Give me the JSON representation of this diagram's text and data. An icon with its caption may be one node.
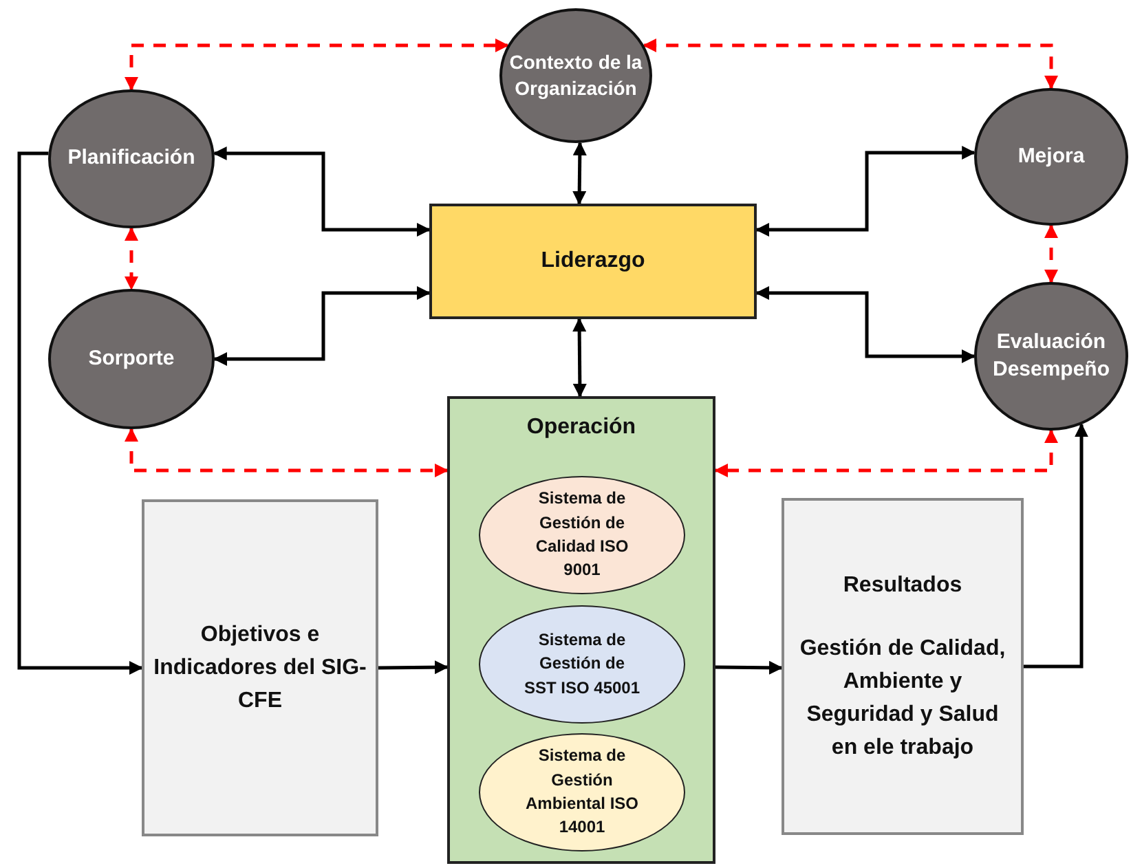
{
  "diagram": {
    "nodes": [
      {
        "text": [
          "Contexto de la Organización"
        ]
      },
      {
        "text": [
          "Planificación"
        ]
      },
      {
        "text": [
          "Mejora"
        ]
      },
      {
        "text": [
          "Liderazgo"
        ]
      },
      {
        "text": [
          "Sorporte"
        ]
      },
      {
        "text": [
          "Evaluación Desempeño"
        ]
      },
      {
        "text": [
          "Operación"
        ]
      },
      {
        "text": [
          "Sistema de Gestión de Calidad ISO 9001"
        ],
        "in": 6
      },
      {
        "text": [
          "Sistema de Gestión de SST ISO 45001"
        ],
        "in": 6
      },
      {
        "text": [
          "Sistema de Gestión Ambiental ISO 14001"
        ],
        "in": 6
      },
      {
        "text": [
          "Objetivos  e Indicadores del SIG-CFE"
        ]
      },
      {
        "text": [
          "Resultados",
          "Gestión de Calidad, Ambiente y Seguridad  y Salud en ele trabajo"
        ]
      }
    ],
    "edges": [
      {
        "from": 1,
        "to": 0,
        "arrow": "both",
        "style": "dashed",
        "color": "#ff0000"
      },
      {
        "from": 0,
        "to": 2,
        "arrow": "both",
        "style": "dashed",
        "color": "#ff0000"
      },
      {
        "from": 1,
        "to": 4,
        "arrow": "both",
        "style": "dashed",
        "color": "#ff0000"
      },
      {
        "from": 2,
        "to": 5,
        "arrow": "both",
        "style": "dashed",
        "color": "#ff0000"
      },
      {
        "from": 4,
        "to": 6,
        "arrow": "both",
        "style": "dashed",
        "color": "#ff0000"
      },
      {
        "from": 5,
        "to": 6,
        "arrow": "both",
        "style": "dashed",
        "color": "#ff0000"
      },
      {
        "from": 0,
        "to": 3,
        "arrow": "both"
      },
      {
        "from": 3,
        "to": 6,
        "arrow": "both"
      },
      {
        "from": 3,
        "to": 1,
        "arrow": "both"
      },
      {
        "from": 3,
        "to": 4,
        "arrow": "both"
      },
      {
        "from": 3,
        "to": 2,
        "arrow": "both"
      },
      {
        "from": 3,
        "to": 5,
        "arrow": "both"
      },
      {
        "from": 1,
        "to": 10,
        "arrow": "to"
      },
      {
        "from": 10,
        "to": 6,
        "arrow": "to"
      },
      {
        "from": 6,
        "to": 11,
        "arrow": "to"
      },
      {
        "from": 11,
        "to": 5,
        "arrow": "to"
      }
    ]
  }
}
